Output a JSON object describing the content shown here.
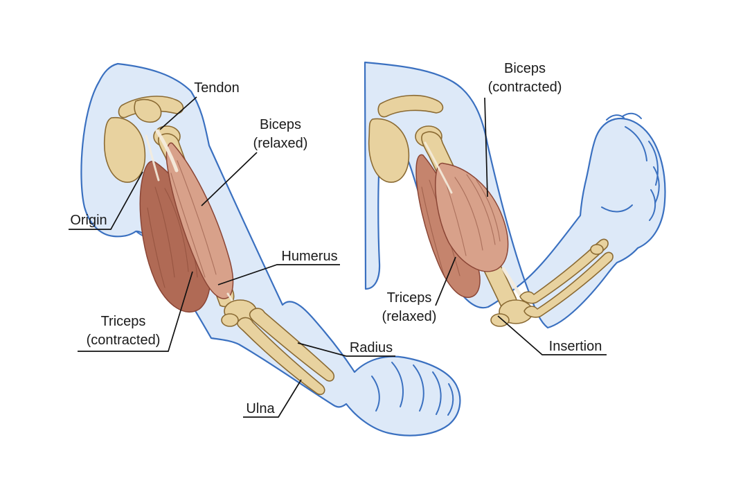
{
  "figure": {
    "description": "Diagram of arm muscles: extended arm (biceps relaxed, triceps contracted) and flexed arm (biceps contracted, triceps relaxed)",
    "left_panel": {
      "labels": {
        "tendon": "Tendon",
        "biceps_relaxed": "Biceps\n(relaxed)",
        "origin": "Origin",
        "humerus": "Humerus",
        "triceps_contracted": "Triceps\n(contracted)",
        "radius": "Radius",
        "ulna": "Ulna"
      }
    },
    "right_panel": {
      "labels": {
        "biceps_contracted": "Biceps\n(contracted)",
        "triceps_relaxed": "Triceps\n(relaxed)",
        "insertion": "Insertion"
      }
    },
    "colors": {
      "skin_silhouette": "#dde9f8",
      "silhouette_outline": "#3a70c0",
      "bone_fill": "#e8d29f",
      "bone_outline": "#8a6a33",
      "muscle_dark": "#b06a55",
      "muscle_mid": "#c5846d",
      "muscle_light": "#d8a18a",
      "label_text": "#1a1a1a",
      "leader_line": "#111111"
    }
  }
}
